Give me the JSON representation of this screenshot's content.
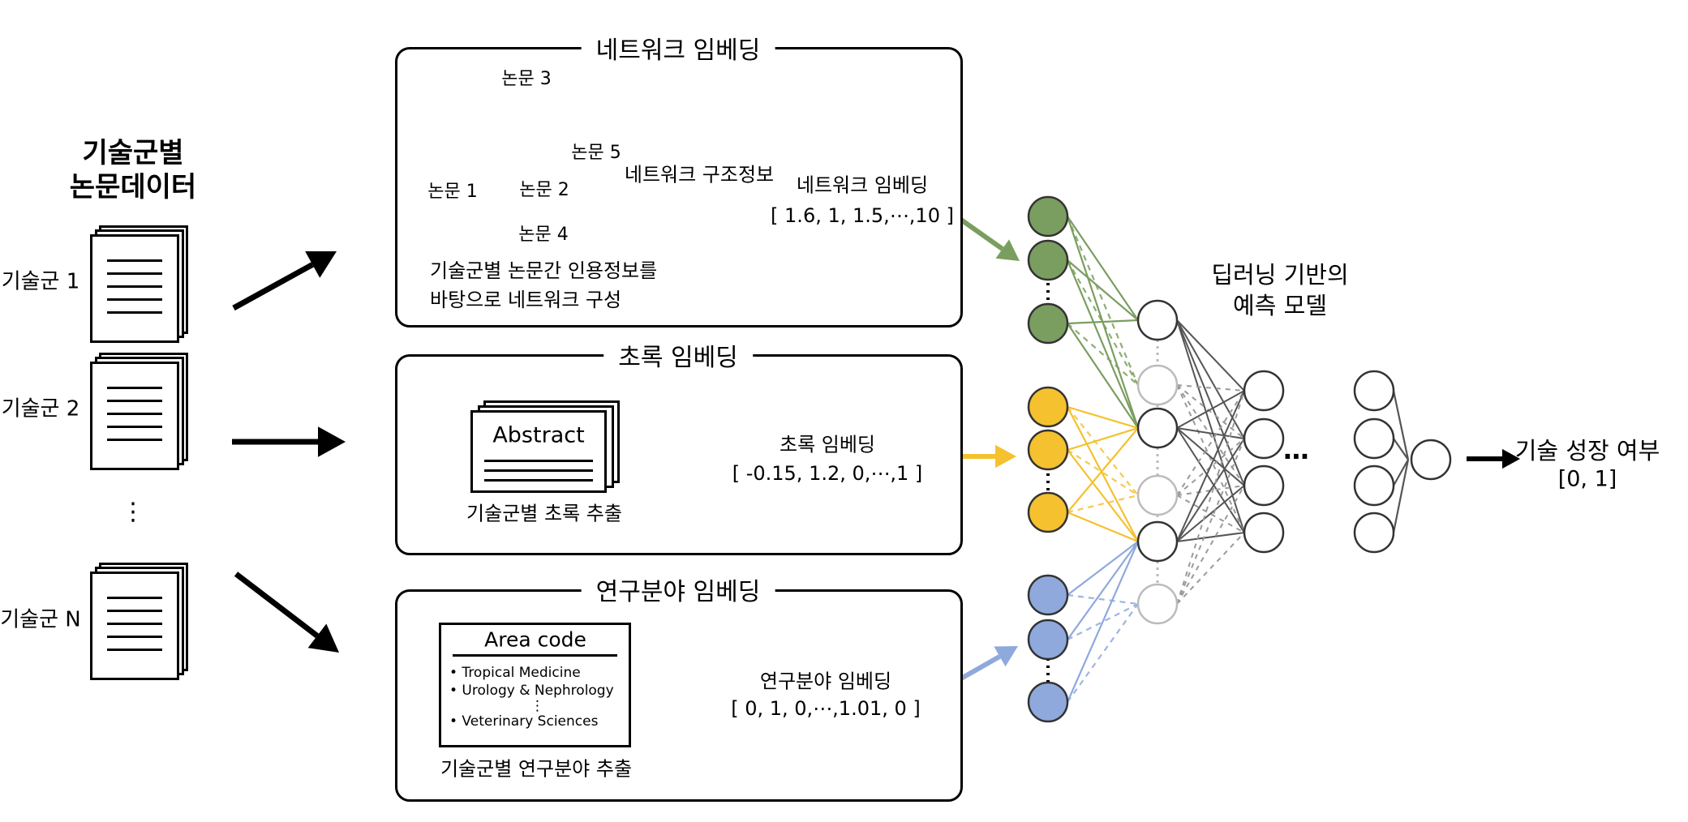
{
  "source": {
    "title_lines": [
      "기술군별",
      "논문데이터"
    ],
    "groups": [
      "기술군 1",
      "기술군 2",
      "기술군 N"
    ],
    "ellipsis": "⋮"
  },
  "network_panel": {
    "title": "네트워크 임베딩",
    "nodes": [
      "논문 1",
      "논문 2",
      "논문 3",
      "논문 4",
      "논문 5"
    ],
    "caption_lines": [
      "기술군별 논문간 인용정보를",
      "바탕으로 네트워크 구성"
    ],
    "arrow_label": "네트워크 구조정보",
    "embedding_label": "네트워크 임베딩",
    "embedding_vector": "[ 1.6, 1, 1.5,⋯,10 ]"
  },
  "abstract_panel": {
    "title": "초록 임베딩",
    "card_title": "Abstract",
    "caption": "기술군별 초록 추출",
    "embedding_label": "초록 임베딩",
    "embedding_vector": "[ -0.15, 1.2, 0,⋯,1 ]"
  },
  "area_panel": {
    "title": "연구분야 임베딩",
    "card_title": "Area code",
    "items": [
      "• Tropical Medicine",
      "• Urology & Nephrology",
      "⋮",
      "• Veterinary Sciences"
    ],
    "caption": "기술군별 연구분야 추출",
    "embedding_label": "연구분야 임베딩",
    "embedding_vector": "[ 0, 1, 0,⋯,1.01, 0 ]"
  },
  "model": {
    "title_lines": [
      "딥러닝 기반의",
      "예측 모델"
    ],
    "hidden_ellipsis": "⋯",
    "output_label": "기술 성장 여부",
    "output_range": "[0, 1]"
  },
  "colors": {
    "network": "#7a9e5f",
    "abstract": "#f5c12e",
    "area": "#8fa9dc",
    "node_orange": "#e9823a",
    "node_gray": "#808080",
    "node_green": "#70ad47",
    "node_blue": "#5b9bd5",
    "node_yellow": "#ffc000"
  }
}
